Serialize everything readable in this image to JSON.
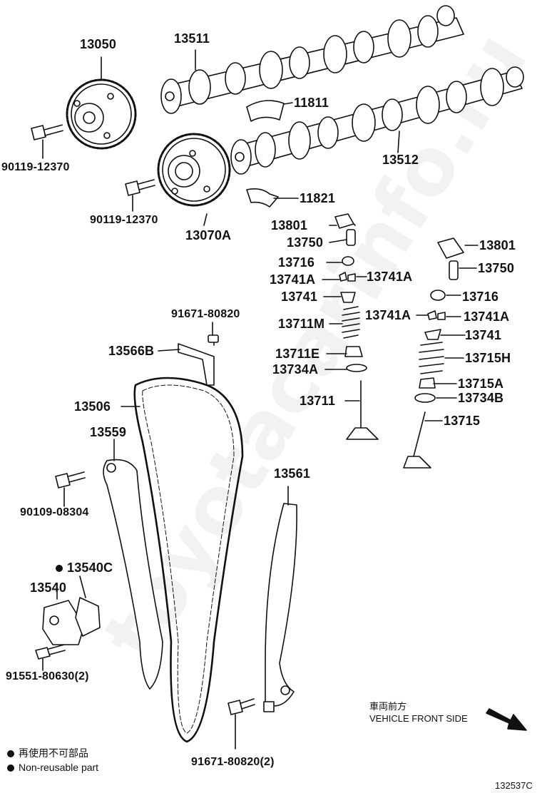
{
  "watermark": "toyotacarinfo.ru",
  "parts": {
    "p13050": "13050",
    "p13511": "13511",
    "p11811": "11811",
    "p13512": "13512",
    "p90119a": "90119-12370",
    "p90119b": "90119-12370",
    "p11821": "11821",
    "p13070A": "13070A",
    "p13801a": "13801",
    "p13750a": "13750",
    "p13716a": "13716",
    "p13741Aa": "13741A",
    "p13741Ab": "13741A",
    "p13741a": "13741",
    "p13711M": "13711M",
    "p13711E": "13711E",
    "p13734A": "13734A",
    "p13711": "13711",
    "p13801b": "13801",
    "p13750b": "13750",
    "p13716b": "13716",
    "p13741Ac": "13741A",
    "p13741Ad": "13741A",
    "p13741b": "13741",
    "p13715H": "13715H",
    "p13715A": "13715A",
    "p13734B": "13734B",
    "p13715": "13715",
    "p91671a": "91671-80820",
    "p13566B": "13566B",
    "p13506": "13506",
    "p13559": "13559",
    "p90109": "90109-08304",
    "p13540C": "13540C",
    "p13540": "13540",
    "p91551": "91551-80630(2)",
    "p13561": "13561",
    "p91671b": "91671-80820(2)"
  },
  "direction": {
    "jp": "車両前方",
    "en": "VEHICLE FRONT SIDE"
  },
  "legend": {
    "jp": "再使用不可部品",
    "en": "Non-reusable part"
  },
  "figure_id": "132537C",
  "colors": {
    "ink": "#111111",
    "background": "#ffffff"
  }
}
